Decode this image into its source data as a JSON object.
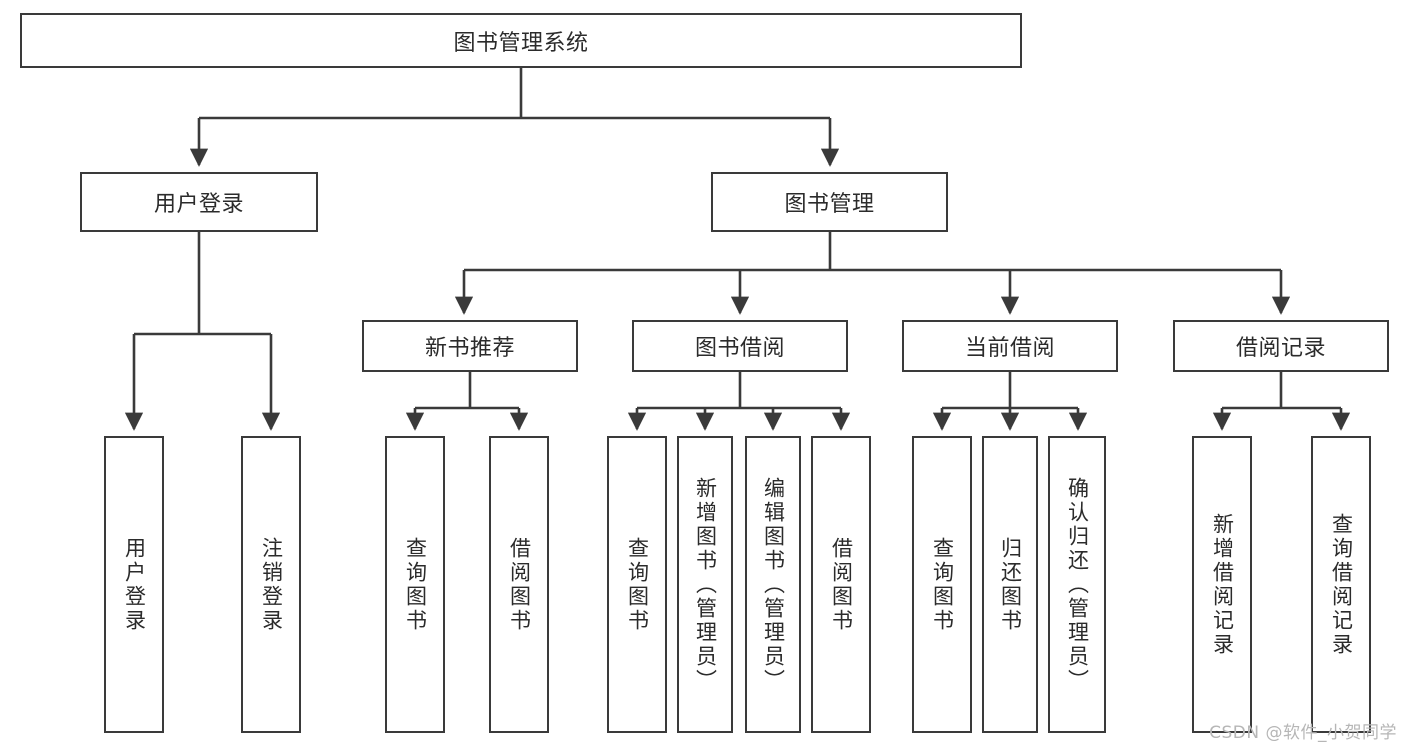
{
  "diagram": {
    "type": "tree",
    "title_node": {
      "label": "图书管理系统"
    },
    "level2": [
      {
        "label": "用户登录"
      },
      {
        "label": "图书管理"
      }
    ],
    "level3": [
      {
        "label": "新书推荐"
      },
      {
        "label": "图书借阅"
      },
      {
        "label": "当前借阅"
      },
      {
        "label": "借阅记录"
      }
    ],
    "leaves": {
      "user_login": [
        {
          "label": "用户登录"
        },
        {
          "label": "注销登录"
        }
      ],
      "new_book_recommend": [
        {
          "label": "查询图书"
        },
        {
          "label": "借阅图书"
        }
      ],
      "book_borrow": [
        {
          "label": "查询图书"
        },
        {
          "label": "新增图书（管理员）"
        },
        {
          "label": "编辑图书（管理员）"
        },
        {
          "label": "借阅图书"
        }
      ],
      "current_borrow": [
        {
          "label": "查询图书"
        },
        {
          "label": "归还图书"
        },
        {
          "label": "确认归还（管理员）"
        }
      ],
      "borrow_record": [
        {
          "label": "新增借阅记录"
        },
        {
          "label": "查询借阅记录"
        }
      ]
    }
  },
  "watermark": {
    "text": "CSDN @软件_小贺同学"
  },
  "colors": {
    "stroke": "#3a3a3a",
    "text": "#2b2b2b",
    "background": "#ffffff",
    "watermark": "#b6b6b6"
  }
}
